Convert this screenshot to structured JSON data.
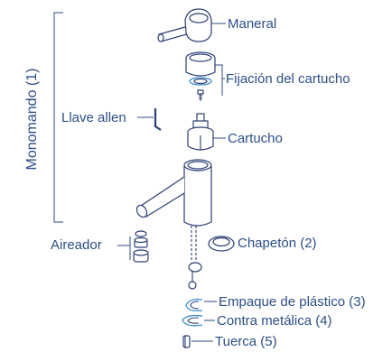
{
  "group_label": "Monomando (1)",
  "parts": {
    "maneral": "Maneral",
    "fijacion": "Fijación del cartucho",
    "llave_allen": "Llave allen",
    "cartucho": "Cartucho",
    "aireador": "Aireador",
    "chapeton": "Chapetón (2)",
    "empaque": "Empaque de plástico (3)",
    "contra": "Contra metálica (4)",
    "tuerca": "Tuerca (5)"
  },
  "colors": {
    "text": "#2d4e86",
    "outline": "#2b3f73",
    "accent": "#3a8fd0"
  }
}
